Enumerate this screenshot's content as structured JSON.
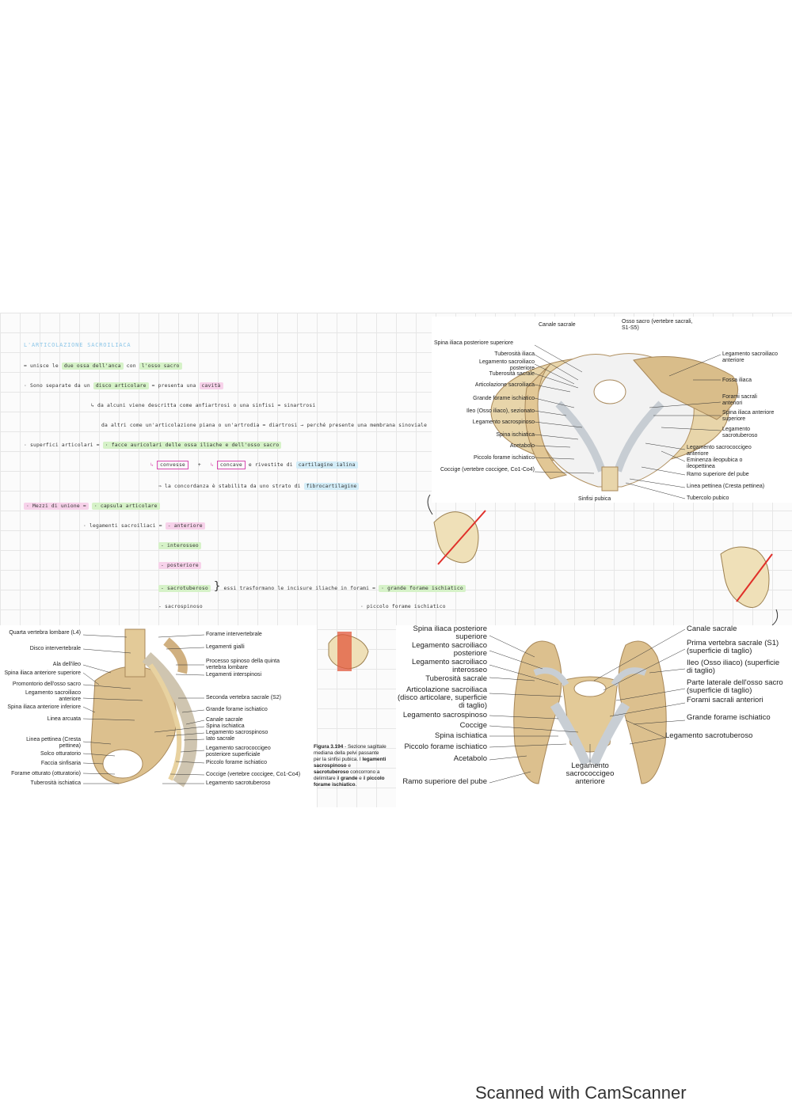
{
  "notes": {
    "title": "L'ARTICOLAZIONE SACROILIACA",
    "l1": {
      "a": "= unisce le",
      "b": "due ossa dell'anca",
      "c": "con",
      "d": "l'osso sacro"
    },
    "l2": {
      "a": "· Sono separate da un",
      "b": "disco articolare",
      "c": "= presenta una",
      "d": "cavità"
    },
    "l3": {
      "a": "↳ da alcuni viene descritta come anfiartrosi o una sinfisi = sinartrosi"
    },
    "l4": {
      "a": "da altri come un'articolazione piana o un'artrodia = diartrosi → perché presente una",
      "b": "membrana sinoviale"
    },
    "l5": {
      "a": "· superfici articolari =",
      "b": "· facce auricolari delle ossa iliache e dell'osso sacro"
    },
    "l6": {
      "a": "convesse",
      "b": "+",
      "c": "concave",
      "d": "e rivestite di",
      "e": "cartilagine ialina"
    },
    "l7": {
      "a": "⇒ la concordanza è stabilita da uno strato di",
      "b": "fibrocartilagine"
    },
    "l8": {
      "a": "· Mezzi di unione =",
      "b": "· capsula articolare"
    },
    "l9": {
      "a": "· legamenti sacroiliaci =",
      "b": "- anteriore"
    },
    "l10": {
      "a": "- interosseo"
    },
    "l11": {
      "a": "- posteriore"
    },
    "l12": {
      "a": "- sacrotuberoso",
      "b": "essi trasformano le incisure iliache in forami =",
      "c": "· grande forame ischiatico"
    },
    "l13": {
      "a": "- sacrospinoso",
      "b": "· piccolo forame ischiatico"
    }
  },
  "fig_top": {
    "labels_left": [
      "Spina iliaca posteriore superiore",
      "Tuberosità iliaca",
      "Legamento sacroiliaco posteriore",
      "Tuberosità sacrale",
      "Articolazione sacroiliaca",
      "Grande forame ischiatico",
      "Ileo (Osso iliaco), sezionato",
      "Legamento sacrospinoso",
      "Spina ischiatica",
      "Acetabolo",
      "Piccolo forame ischiatico",
      "Coccige (vertebre coccigee, Co1-Co4)"
    ],
    "labels_top": [
      "Canale sacrale",
      "Osso sacro (vertebre sacrali, S1-S5)"
    ],
    "labels_right": [
      "Legamento sacroiliaco anteriore",
      "Fossa iliaca",
      "Forami sacrali anteriori",
      "Spina iliaca anteriore superiore",
      "Legamento sacrotuberoso",
      "Legamento sacrococcigeo anteriore",
      "Eminenza ileopubica o ileopettinea",
      "Ramo superiore del pube",
      "Linea pettinea (Cresta pettinea)",
      "Tubercolo pubico"
    ],
    "label_bottom": "Sinfisi pubica"
  },
  "fig_left": {
    "labels_left": [
      "Quarta vertebra lombare (L4)",
      "Disco intervertebrale",
      "Ala dell'ileo",
      "Spina iliaca anteriore superiore",
      "Promontorio dell'osso sacro",
      "Legamento sacroiliaco anteriore",
      "Spina iliaca anteriore inferiore",
      "Linea arcuata",
      "Linea pettinea (Cresta pettinea)",
      "Solco otturatorio",
      "Faccia sinfisaria",
      "Forame otturato (otturatorio)",
      "Tuberosità ischiatica"
    ],
    "labels_right": [
      "Forame intervertebrale",
      "Legamenti gialli",
      "Processo spinoso della quinta vertebra lombare",
      "Legamenti interspinosi",
      "Seconda vertebra sacrale (S2)",
      "Grande forame ischiatico",
      "Canale sacrale",
      "Spina ischiatica",
      "Legamento sacrospinoso",
      "Iato sacrale",
      "Legamento sacrococcigeo posteriore superficiale",
      "Piccolo forame ischiatico",
      "Coccige (vertebre coccigee, Co1-Co4)",
      "Legamento sacrotuberoso"
    ]
  },
  "caption": {
    "fig": "Figura 3.194",
    "t1": " - Sezione sagittale mediana della pelvi passante per la sinfisi pubica. I ",
    "b1": "legamenti sacrospinoso",
    "t2": " e ",
    "b2": "sacrotuberoso",
    "t3": " concorrono a delimitare il ",
    "b3": "grande",
    "t4": " e il ",
    "b4": "piccolo forame ischiatico",
    "t5": "."
  },
  "fig_bottom": {
    "labels_left": [
      "Spina iliaca posteriore superiore",
      "Legamento sacroiliaco posteriore",
      "Legamento sacroiliaco interosseo",
      "Tuberosità sacrale",
      "Articolazione sacroiliaca (disco articolare, superficie di taglio)",
      "Legamento sacrospinoso",
      "Coccige",
      "Spina ischiatica",
      "Piccolo forame ischiatico",
      "Acetabolo",
      "Ramo superiore del pube"
    ],
    "labels_right": [
      "Canale sacrale",
      "Prima vertebra sacrale (S1) (superficie di taglio)",
      "Ileo (Osso iliaco) (superficie di taglio)",
      "Parte laterale dell'osso sacro (superficie di taglio)",
      "Forami sacrali anteriori",
      "Grande forame ischiatico",
      "Legamento sacrotuberoso"
    ],
    "label_bottom": "Legamento sacrococcigeo anteriore"
  },
  "footer": "Scanned with CamScanner",
  "colors": {
    "bone": "#dcc08e",
    "bone_dark": "#b89660",
    "ligament": "#d9dde2",
    "marrow": "#e8d2a0"
  }
}
